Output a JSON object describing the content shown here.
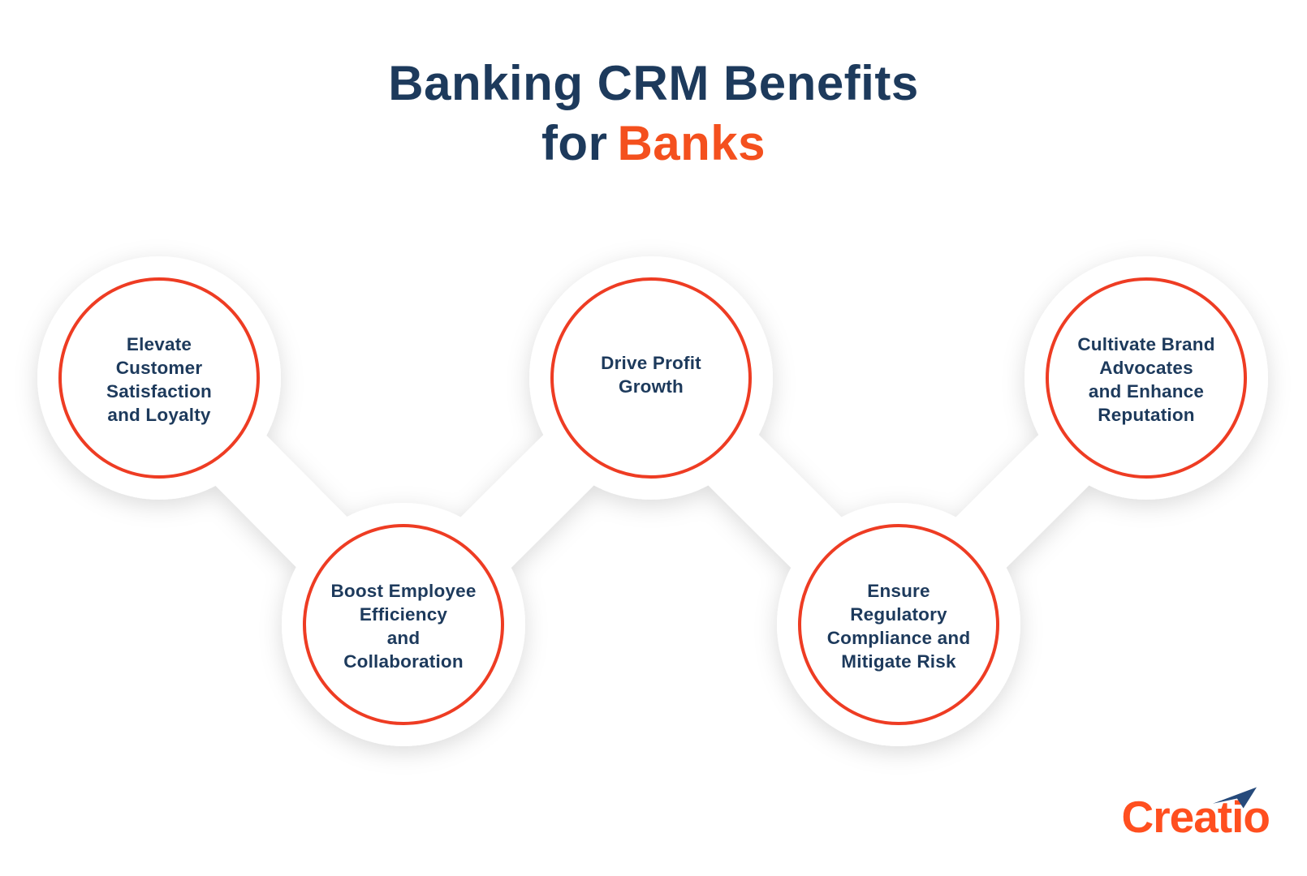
{
  "title": {
    "line1": "Banking CRM Benefits",
    "line2_prefix": "for",
    "line2_accent": "Banks"
  },
  "benefits": [
    {
      "id": 1,
      "label_lines": [
        "Elevate",
        "Customer",
        "Satisfaction",
        "and Loyalty"
      ]
    },
    {
      "id": 2,
      "label_lines": [
        "Boost Employee",
        "Efficiency",
        "and",
        "Collaboration"
      ]
    },
    {
      "id": 3,
      "label_lines": [
        "Drive Profit",
        "Growth"
      ]
    },
    {
      "id": 4,
      "label_lines": [
        "Ensure",
        "Regulatory",
        "Compliance and",
        "Mitigate Risk"
      ]
    },
    {
      "id": 5,
      "label_lines": [
        "Cultivate Brand",
        "Advocates",
        "and Enhance",
        "Reputation"
      ]
    }
  ],
  "logo": {
    "text": "Creatio",
    "arrow_icon": "paper-plane-arrow-icon"
  },
  "colors": {
    "navy_text": "#1d3a5c",
    "title_accent_orange": "#f4501e",
    "circle_border_orange": "#ee3c23",
    "logo_orange": "#ff4f1f",
    "logo_arrow_navy": "#264a7b",
    "background": "#ffffff"
  }
}
